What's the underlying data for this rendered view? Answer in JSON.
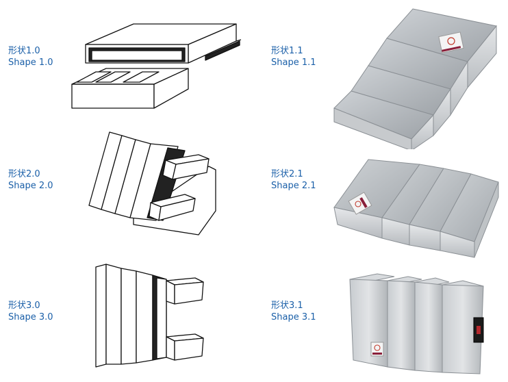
{
  "accent_color": "#1a5fa8",
  "shapes": [
    {
      "cn": "形状1.0",
      "en": "Shape 1.0",
      "kind": "line-drawing"
    },
    {
      "cn": "形状1.1",
      "en": "Shape 1.1",
      "kind": "photo"
    },
    {
      "cn": "形状2.0",
      "en": "Shape 2.0",
      "kind": "line-drawing"
    },
    {
      "cn": "形状2.1",
      "en": "Shape 2.1",
      "kind": "photo"
    },
    {
      "cn": "形状3.0",
      "en": "Shape 3.0",
      "kind": "line-drawing"
    },
    {
      "cn": "形状3.1",
      "en": "Shape 3.1",
      "kind": "photo"
    }
  ]
}
